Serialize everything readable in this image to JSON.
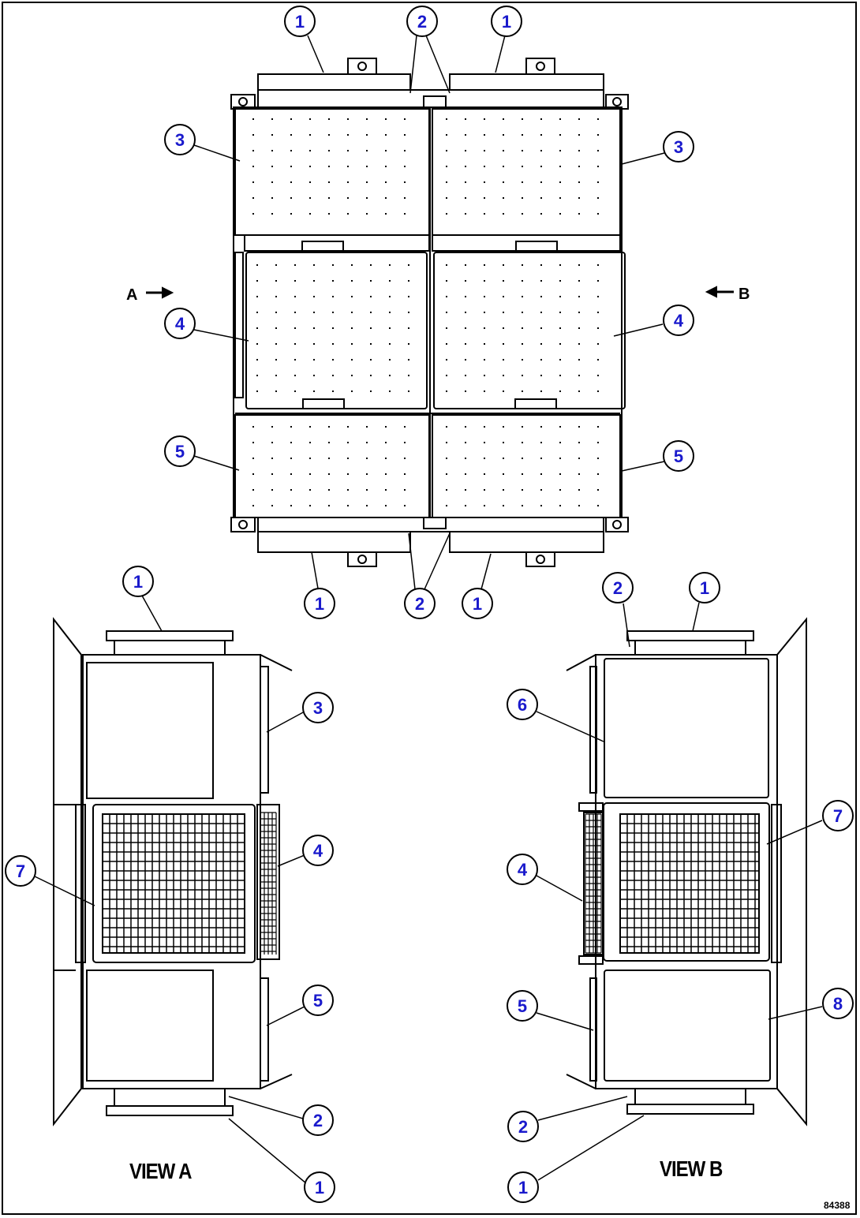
{
  "view_a_label": "VIEW A",
  "view_b_label": "VIEW B",
  "arrow_a_label": "A",
  "arrow_b_label": "B",
  "figure_number": "84388",
  "callout_color": "#1a1acc",
  "callouts": {
    "c1": "1",
    "c2": "2",
    "c3": "3",
    "c4": "4",
    "c5": "5",
    "c6": "6",
    "c7": "7",
    "c8": "8"
  }
}
